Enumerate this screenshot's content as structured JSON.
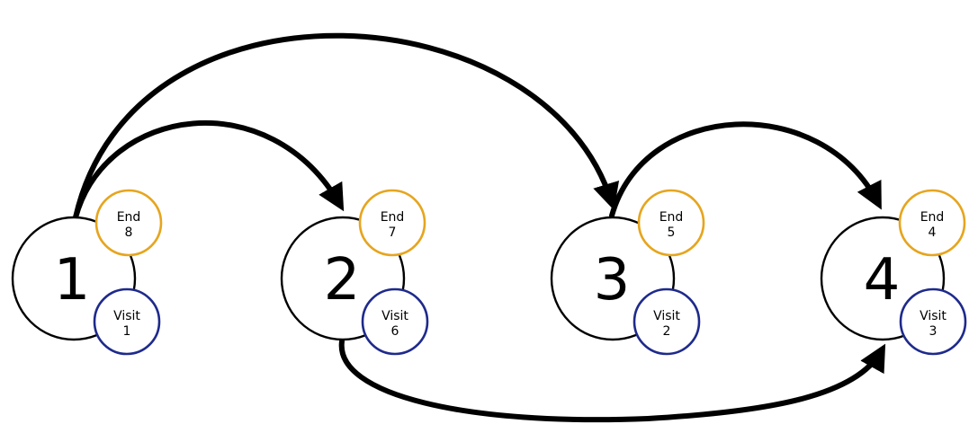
{
  "colors": {
    "end": "#e6a51e",
    "visit": "#1e2a8c",
    "node": "#000000",
    "edge": "#000000"
  },
  "nodes": [
    {
      "id": "1",
      "label": "1",
      "end_label": "End",
      "end_value": "8",
      "visit_label": "Visit",
      "visit_value": "1"
    },
    {
      "id": "2",
      "label": "2",
      "end_label": "End",
      "end_value": "7",
      "visit_label": "Visit",
      "visit_value": "6"
    },
    {
      "id": "3",
      "label": "3",
      "end_label": "End",
      "end_value": "5",
      "visit_label": "Visit",
      "visit_value": "2"
    },
    {
      "id": "4",
      "label": "4",
      "end_label": "End",
      "end_value": "4",
      "visit_label": "Visit",
      "visit_value": "3"
    }
  ],
  "edges": [
    {
      "from": "1",
      "to": "2"
    },
    {
      "from": "1",
      "to": "3"
    },
    {
      "from": "3",
      "to": "4"
    },
    {
      "from": "2",
      "to": "4"
    }
  ]
}
